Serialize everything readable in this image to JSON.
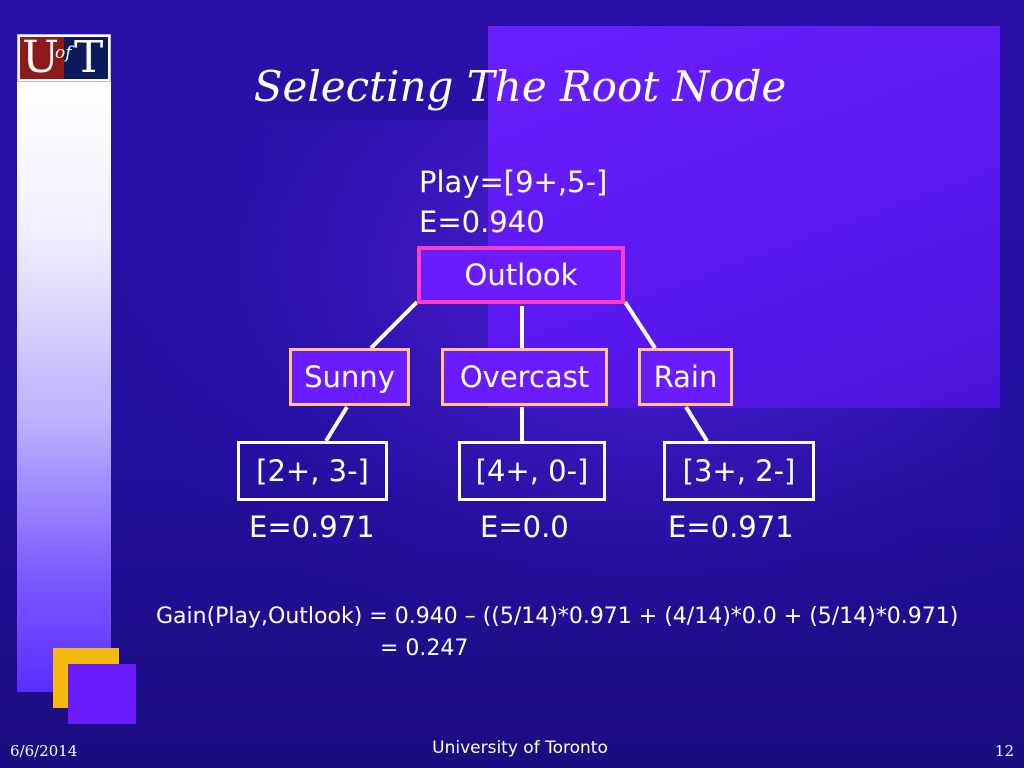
{
  "slide": {
    "title": "Selecting The Root Node",
    "logo": {
      "u": "U",
      "of": "of",
      "t": "T"
    },
    "root": {
      "play": "Play=[9+,5-]",
      "entropy": "E=0.940",
      "label": "Outlook"
    },
    "branches": [
      {
        "label": "Sunny",
        "leaf": "[2+, 3-]",
        "entropy": "E=0.971"
      },
      {
        "label": "Overcast",
        "leaf": "[4+, 0-]",
        "entropy": "E=0.0"
      },
      {
        "label": "Rain",
        "leaf": "[3+, 2-]",
        "entropy": "E=0.971"
      }
    ],
    "gain_line1": "Gain(Play,Outlook) = 0.940 – ((5/14)*0.971 + (4/14)*0.0 + (5/14)*0.971)",
    "gain_line2": "= 0.247"
  },
  "footer": {
    "date": "6/6/2014",
    "center": "University of Toronto",
    "page": "12"
  },
  "colors": {
    "root_border": "#ff3cc8",
    "node_fill": "#6a1cff",
    "branch_border": "#ffc486",
    "leaf_border": "#ffffff",
    "accent_yellow": "#f5b80e"
  }
}
